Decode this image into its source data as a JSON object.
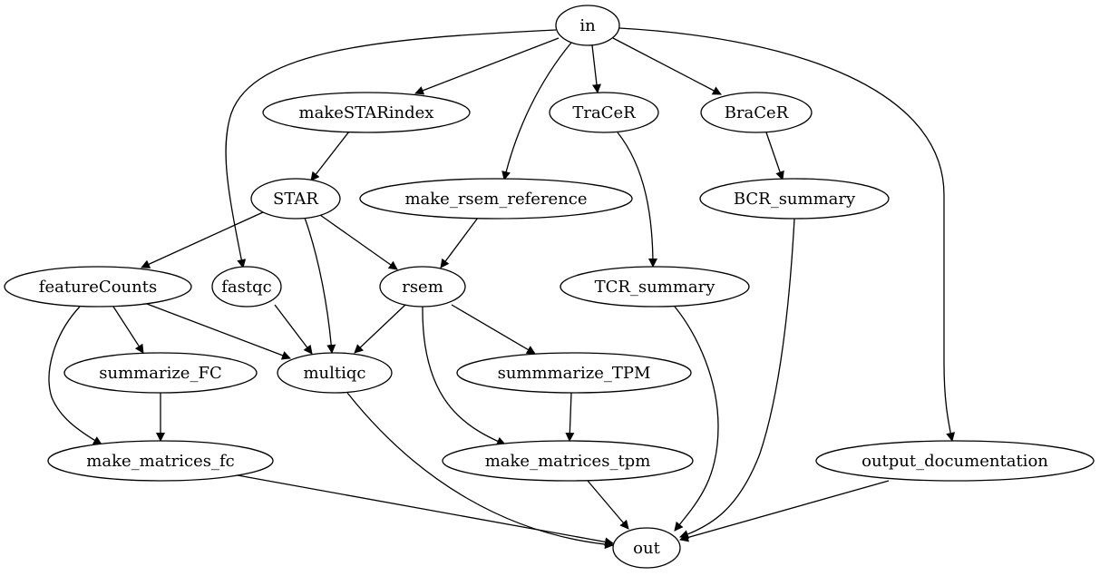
{
  "diagram": {
    "colors": {
      "background": "#ffffff",
      "stroke": "#000000",
      "text": "#000000"
    },
    "nodes": [
      {
        "id": "in",
        "label": "in"
      },
      {
        "id": "makeSTARindex",
        "label": "makeSTARindex"
      },
      {
        "id": "TraCeR",
        "label": "TraCeR"
      },
      {
        "id": "BraCeR",
        "label": "BraCeR"
      },
      {
        "id": "STAR",
        "label": "STAR"
      },
      {
        "id": "make_rsem_reference",
        "label": "make_rsem_reference"
      },
      {
        "id": "BCR_summary",
        "label": "BCR_summary"
      },
      {
        "id": "featureCounts",
        "label": "featureCounts"
      },
      {
        "id": "fastqc",
        "label": "fastqc"
      },
      {
        "id": "rsem",
        "label": "rsem"
      },
      {
        "id": "TCR_summary",
        "label": "TCR_summary"
      },
      {
        "id": "summarize_FC",
        "label": "summarize_FC"
      },
      {
        "id": "multiqc",
        "label": "multiqc"
      },
      {
        "id": "summmarize_TPM",
        "label": "summmarize_TPM"
      },
      {
        "id": "make_matrices_fc",
        "label": "make_matrices_fc"
      },
      {
        "id": "make_matrices_tpm",
        "label": "make_matrices_tpm"
      },
      {
        "id": "output_documentation",
        "label": "output_documentation"
      },
      {
        "id": "out",
        "label": "out"
      }
    ],
    "edges": [
      {
        "from": "in",
        "to": "makeSTARindex"
      },
      {
        "from": "in",
        "to": "fastqc"
      },
      {
        "from": "in",
        "to": "make_rsem_reference"
      },
      {
        "from": "in",
        "to": "TraCeR"
      },
      {
        "from": "in",
        "to": "BraCeR"
      },
      {
        "from": "in",
        "to": "output_documentation"
      },
      {
        "from": "makeSTARindex",
        "to": "STAR"
      },
      {
        "from": "STAR",
        "to": "featureCounts"
      },
      {
        "from": "STAR",
        "to": "multiqc"
      },
      {
        "from": "STAR",
        "to": "rsem"
      },
      {
        "from": "make_rsem_reference",
        "to": "rsem"
      },
      {
        "from": "TraCeR",
        "to": "TCR_summary"
      },
      {
        "from": "BraCeR",
        "to": "BCR_summary"
      },
      {
        "from": "featureCounts",
        "to": "summarize_FC"
      },
      {
        "from": "featureCounts",
        "to": "multiqc"
      },
      {
        "from": "featureCounts",
        "to": "make_matrices_fc"
      },
      {
        "from": "fastqc",
        "to": "multiqc"
      },
      {
        "from": "rsem",
        "to": "multiqc"
      },
      {
        "from": "rsem",
        "to": "summmarize_TPM"
      },
      {
        "from": "rsem",
        "to": "make_matrices_tpm"
      },
      {
        "from": "summarize_FC",
        "to": "make_matrices_fc"
      },
      {
        "from": "summmarize_TPM",
        "to": "make_matrices_tpm"
      },
      {
        "from": "make_matrices_fc",
        "to": "out"
      },
      {
        "from": "multiqc",
        "to": "out"
      },
      {
        "from": "make_matrices_tpm",
        "to": "out"
      },
      {
        "from": "TCR_summary",
        "to": "out"
      },
      {
        "from": "BCR_summary",
        "to": "out"
      },
      {
        "from": "output_documentation",
        "to": "out"
      }
    ]
  }
}
